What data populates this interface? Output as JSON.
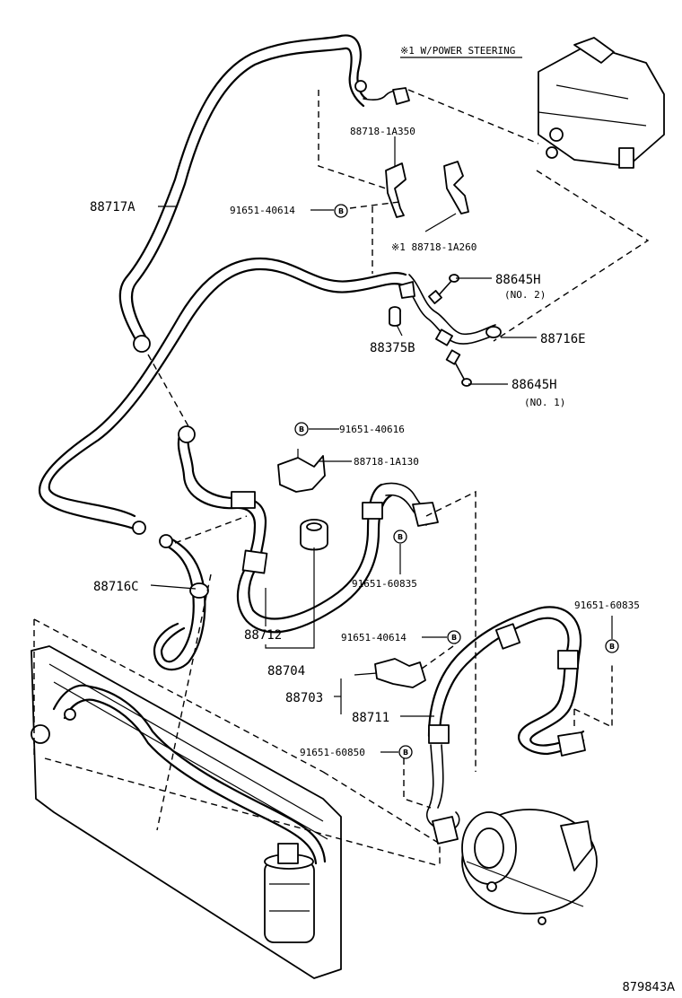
{
  "note_power_steering": "※1 W/POWER STEERING",
  "bolt_mark": "B",
  "labels": {
    "p88717A": "88717A",
    "p88718_1A350": "88718-1A350",
    "p91651_40614_top": "91651-40614",
    "p88718_1A260": "※1 88718-1A260",
    "p88645H_no2": "88645H",
    "no2": "(NO. 2)",
    "p88375B": "88375B",
    "p88716E": "88716E",
    "p88645H_no1": "88645H",
    "no1": "(NO. 1)",
    "p91651_40616": "91651-40616",
    "p88718_1A130": "88718-1A130",
    "p91651_60835_mid": "91651-60835",
    "p88716C": "88716C",
    "p91651_60835_right": "91651-60835",
    "p88712": "88712",
    "p91651_40614_bot": "91651-40614",
    "p88704": "88704",
    "p88703": "88703",
    "p88711": "88711",
    "p91651_60850": "91651-60850"
  },
  "diagram_code": "879843A"
}
